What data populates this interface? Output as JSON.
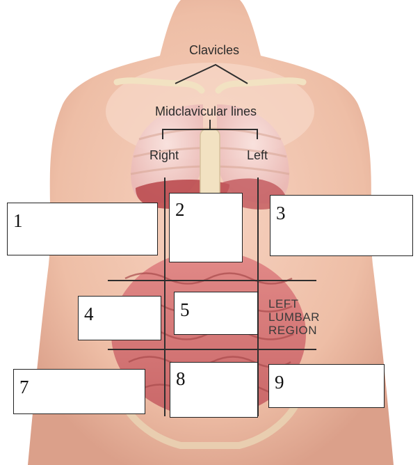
{
  "labels": {
    "clavicles": "Clavicles",
    "midclavicular": "Midclavicular lines",
    "right": "Right",
    "left": "Left"
  },
  "region_label": {
    "line1": "LEFT",
    "line2": "LUMBAR",
    "line3": "REGION"
  },
  "boxes": [
    "1",
    "2",
    "3",
    "4",
    "5",
    "7",
    "8",
    "9"
  ],
  "colors": {
    "skin_light": "#f7dccd",
    "skin_mid": "#eebea6",
    "skin_dark": "#d89a80",
    "organ_red": "#b8454a",
    "intestine": "#d9797a",
    "bone": "#f2e2c2",
    "line": "#2e2e2e"
  }
}
